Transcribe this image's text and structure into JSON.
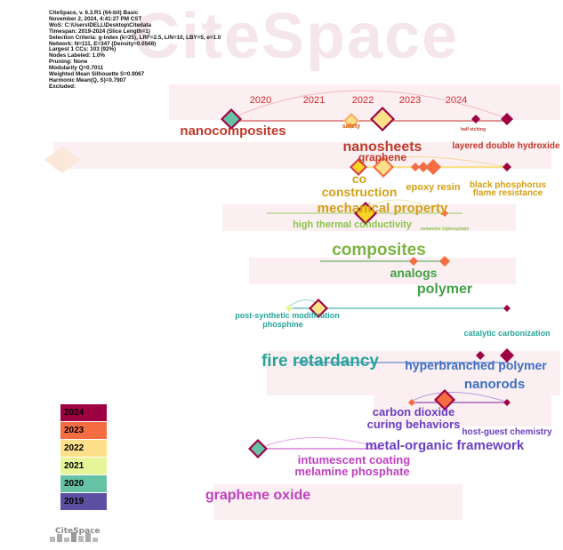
{
  "info": [
    "CiteSpace, v. 6.3.R1 (64-bit) Basic",
    "November 2, 2024, 4:41:27 PM CST",
    "WoS: C:\\Users\\DELL\\Desktop\\Citedata",
    "Timespan: 2019-2024 (Slice Length=1)",
    "Selection Criteria: g-index (k=25), LRF=2.5, L/N=10, LBY=5, e=1.0",
    "Network: N=111, E=347 (Density=0.0568)",
    "Largest 1 CCs: 103 (92%)",
    "Nodes Labeled: 1.0%",
    "Pruning: None",
    "Modularity Q=0.7011",
    "Weighted Mean Silhouette S=0.9067",
    "Harmonic Mean(Q, S)=0.7907",
    "Excluded:"
  ],
  "years": [
    "2020",
    "2021",
    "2022",
    "2023",
    "2024"
  ],
  "legend": [
    {
      "year": "2024",
      "color": "#9e0142"
    },
    {
      "year": "2023",
      "color": "#f46d43"
    },
    {
      "year": "2022",
      "color": "#fee08b"
    },
    {
      "year": "2021",
      "color": "#e6f598"
    },
    {
      "year": "2020",
      "color": "#66c2a5"
    },
    {
      "year": "2019",
      "color": "#5e4fa2"
    }
  ],
  "watermark": "CiteSpace",
  "logo": "CiteSpace",
  "labels": [
    {
      "text": "nanocomposites",
      "color": "#c0392b"
    },
    {
      "text": "safety",
      "color": "#d35400"
    },
    {
      "text": "half etching",
      "color": "#c0392b"
    },
    {
      "text": "nanosheets",
      "color": "#c0392b"
    },
    {
      "text": "graphene",
      "color": "#c0392b"
    },
    {
      "text": "layered double hydroxide",
      "color": "#c0392b"
    },
    {
      "text": "co",
      "color": "#d4a017"
    },
    {
      "text": "construction",
      "color": "#d4a017"
    },
    {
      "text": "epoxy resin",
      "color": "#d4a017"
    },
    {
      "text": "black phosphorus",
      "color": "#d4a017"
    },
    {
      "text": "flame resistance",
      "color": "#d4a017"
    },
    {
      "text": "mechanical property",
      "color": "#d4a017"
    },
    {
      "text": "high thermal conductivity",
      "color": "#8bc34a"
    },
    {
      "text": "melamine triphosphate",
      "color": "#8bc34a"
    },
    {
      "text": "composites",
      "color": "#7cb342"
    },
    {
      "text": "analogs",
      "color": "#43a047"
    },
    {
      "text": "polymer",
      "color": "#43a047"
    },
    {
      "text": "post-synthetic modification",
      "color": "#26a69a"
    },
    {
      "text": "phosphine",
      "color": "#26a69a"
    },
    {
      "text": "catalytic carbonization",
      "color": "#26a69a"
    },
    {
      "text": "fire retardancy",
      "color": "#26a69a"
    },
    {
      "text": "hyperbranched polymer",
      "color": "#3f6fc4"
    },
    {
      "text": "nanorods",
      "color": "#3f6fc4"
    },
    {
      "text": "carbon dioxide",
      "color": "#6a3fc4"
    },
    {
      "text": "curing behaviors",
      "color": "#6a3fc4"
    },
    {
      "text": "host-guest chemistry",
      "color": "#6a3fc4"
    },
    {
      "text": "metal-organic framework",
      "color": "#6a3fc4"
    },
    {
      "text": "intumescent coating",
      "color": "#c040c0"
    },
    {
      "text": "melamine phosphate",
      "color": "#c040c0"
    },
    {
      "text": "graphene oxide",
      "color": "#c040c0"
    }
  ]
}
